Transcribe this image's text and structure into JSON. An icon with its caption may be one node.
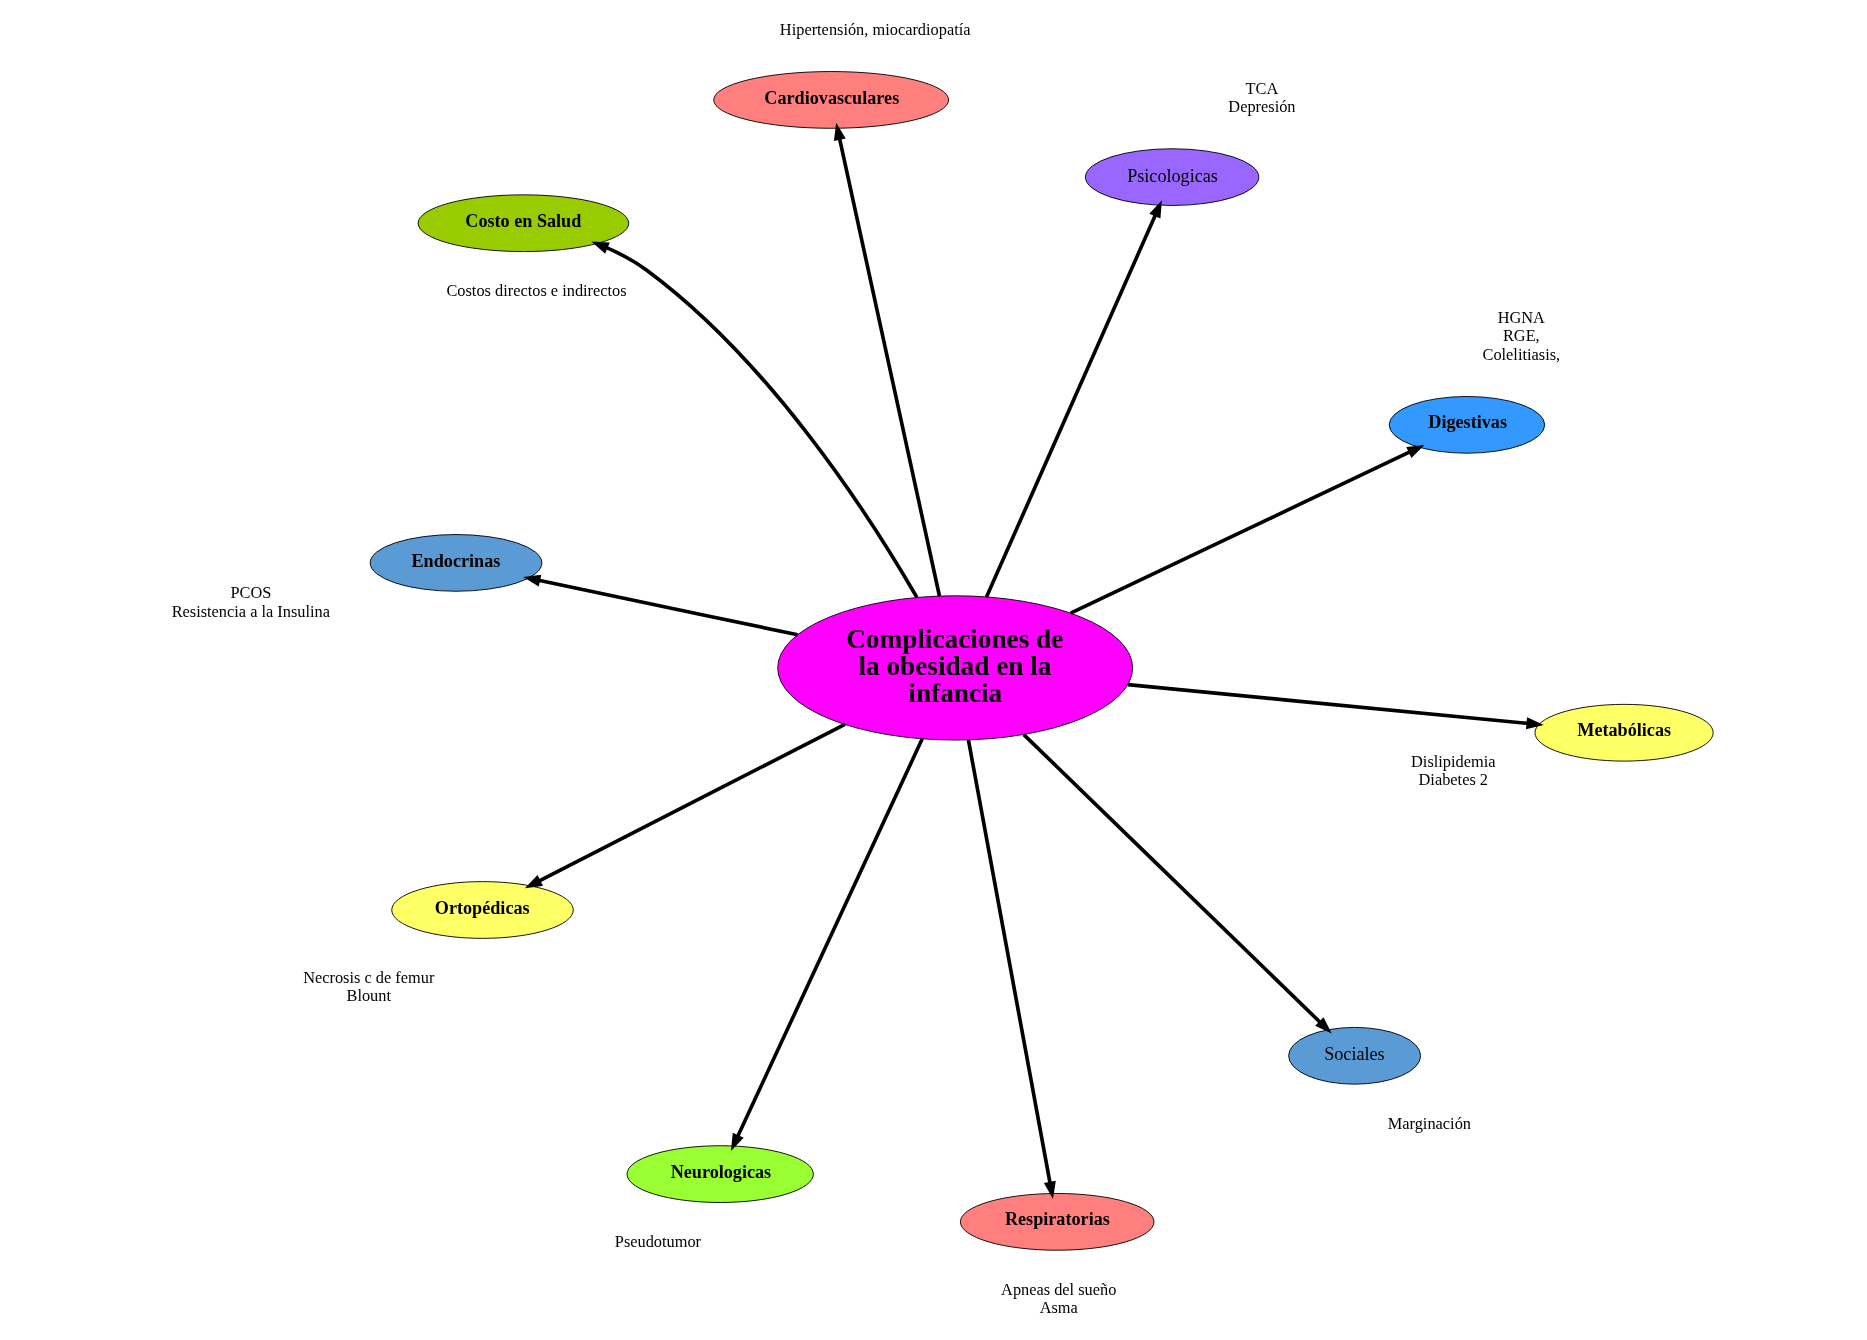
{
  "diagram": {
    "nodes": [
      {
        "text": [
          "Complicaciones de la obesidad en la infancia"
        ]
      },
      {
        "text": [
          "Respiratorias"
        ],
        "beside": [
          "Apneas del sueño",
          "Asma"
        ]
      },
      {
        "text": [
          "Cardiovasculares"
        ],
        "beside": [
          "Hipertensión, miocardiopatía"
        ]
      },
      {
        "text": [
          "Ortopédicas"
        ],
        "beside": [
          "Necrosis c de femur",
          "Blount"
        ]
      },
      {
        "text": [
          "Metabólicas"
        ],
        "beside": [
          "Dislipidemia",
          "Diabetes 2"
        ]
      },
      {
        "text": [
          "Neurologicas"
        ],
        "beside": [
          "Pseudotumor"
        ]
      },
      {
        "text": [
          "Psicologicas"
        ],
        "beside": [
          "TCA",
          "Depresión"
        ]
      },
      {
        "text": [
          "Digestivas"
        ],
        "beside": [
          "HGNA",
          "RGE,",
          "Colelitiasis,"
        ]
      },
      {
        "text": [
          "Sociales"
        ],
        "beside": [
          "Marginación"
        ]
      },
      {
        "text": [
          "Endocrinas"
        ],
        "beside": [
          "PCOS",
          "Resistencia a la Insulina"
        ]
      },
      {
        "text": [
          "Costo en Salud"
        ],
        "beside": [
          "Costos directos e indirectos"
        ]
      }
    ],
    "edges": [
      {
        "from": 0,
        "to": 1,
        "arrow": "to"
      },
      {
        "from": 0,
        "to": 2,
        "arrow": "to"
      },
      {
        "from": 0,
        "to": 4,
        "arrow": "to"
      },
      {
        "from": 0,
        "to": 6,
        "arrow": "to"
      },
      {
        "from": 0,
        "to": 8,
        "arrow": "to"
      },
      {
        "from": 0,
        "to": 10,
        "arrow": "to"
      },
      {
        "from": 0,
        "to": 9,
        "arrow": "to"
      },
      {
        "from": 0,
        "to": 7,
        "arrow": "to"
      },
      {
        "from": 0,
        "to": 5,
        "arrow": "to"
      },
      {
        "from": 0,
        "to": 3,
        "arrow": "to"
      }
    ]
  }
}
